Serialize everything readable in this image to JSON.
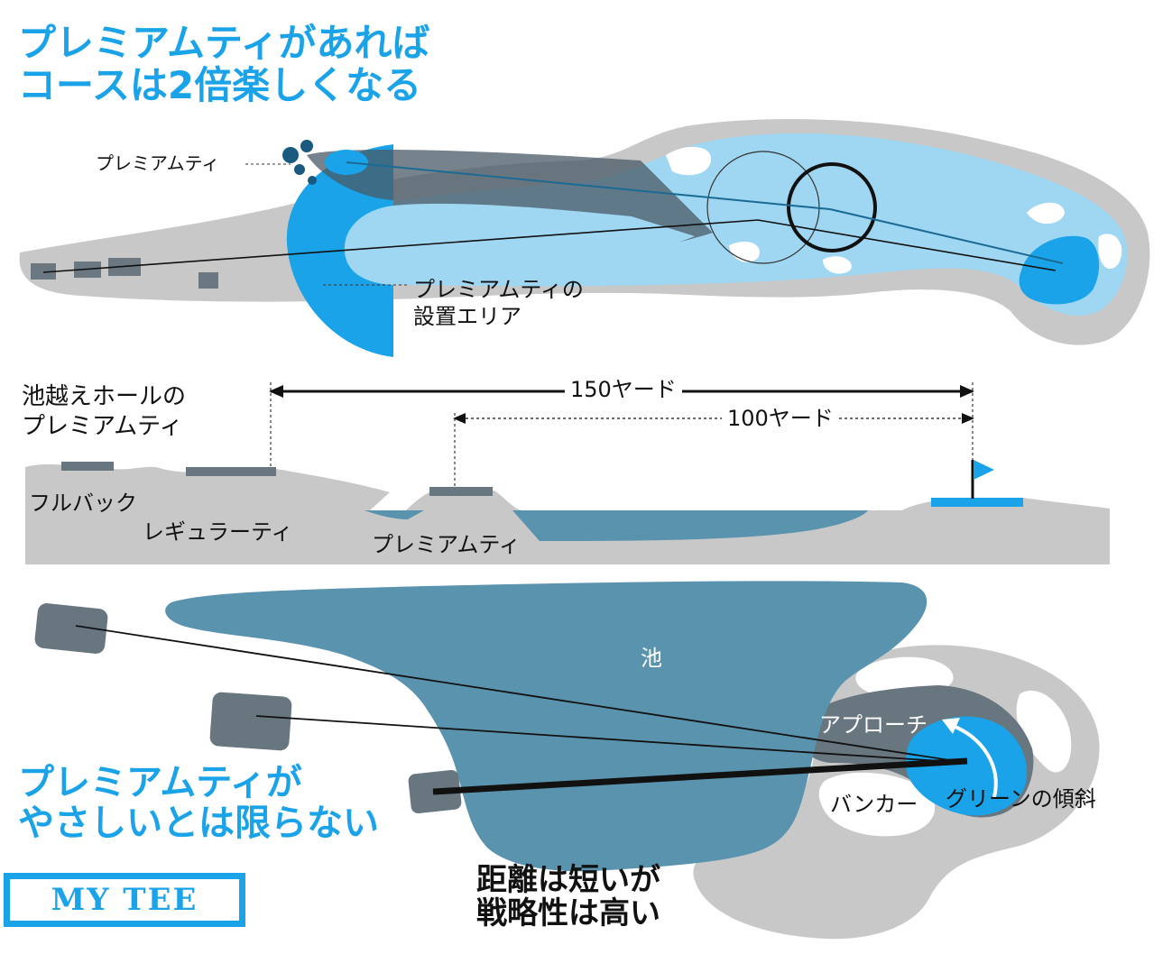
{
  "title_top": [
    "プレミアムティがあれば",
    "コースは2倍楽しくなる"
  ],
  "hole_map": {
    "label_premium_tee": "プレミアムティ",
    "label_area": [
      "プレミアムティの",
      "設置エリア"
    ]
  },
  "water_hole": {
    "heading": [
      "池越えホールの",
      "プレミアムティ"
    ],
    "dist_150": "150ヤード",
    "dist_100": "100ヤード",
    "tee_full_back": "フルバック",
    "tee_regular": "レギュラーティ",
    "tee_premium": "プレミアムティ"
  },
  "pond_map": {
    "pond": "池",
    "approach": "アプローチ",
    "bunker": "バンカー",
    "green_slope": "グリーンの傾斜",
    "note": [
      "距離は短いが",
      "戦略性は高い"
    ]
  },
  "title_bottom": [
    "プレミアムティが",
    "やさしいとは限らない"
  ],
  "logo": "MY TEE",
  "colors": {
    "brand_blue": "#1aa3e8",
    "light_blue": "#9fd6f2",
    "gray": "#c8c8c8",
    "dark_gray": "#687680",
    "pond_blue": "#5a93ae"
  }
}
